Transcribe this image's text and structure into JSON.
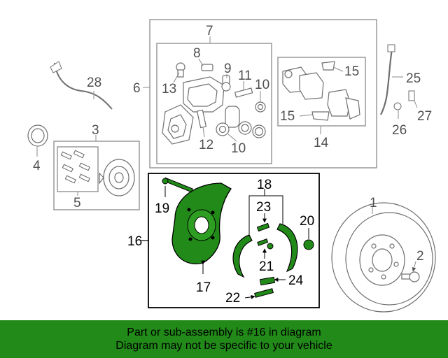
{
  "colors": {
    "highlight": "#218a18",
    "banner_bg": "#218a18",
    "outline": "#6f6f6f",
    "box": "#8a8a8a",
    "text": "#000000"
  },
  "callouts": {
    "c1": "1",
    "c2": "2",
    "c3": "3",
    "c4": "4",
    "c5": "5",
    "c6": "6",
    "c7": "7",
    "c8": "8",
    "c9": "9",
    "c10a": "10",
    "c10b": "10",
    "c11": "11",
    "c12": "12",
    "c13": "13",
    "c14": "14",
    "c15a": "15",
    "c15b": "15",
    "c16": "16",
    "c17": "17",
    "c18": "18",
    "c19": "19",
    "c20": "20",
    "c21": "21",
    "c22": "22",
    "c23": "23",
    "c24": "24",
    "c25": "25",
    "c26": "26",
    "c27": "27",
    "c28": "28"
  },
  "banner": {
    "line1": "Part or sub-assembly is #16 in diagram",
    "line2": "Diagram may not be specific to your vehicle"
  }
}
